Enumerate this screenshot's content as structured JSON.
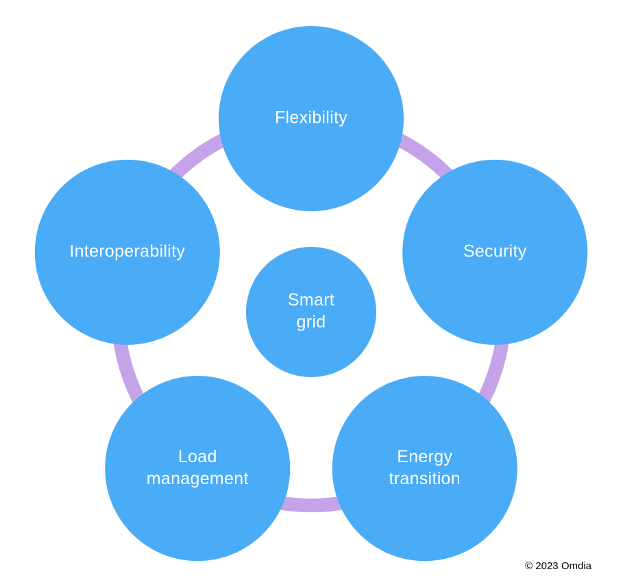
{
  "center": {
    "lines": [
      "Smart",
      "grid"
    ]
  },
  "nodes": [
    {
      "id": "flexibility",
      "lines": [
        "Flexibility"
      ]
    },
    {
      "id": "security",
      "lines": [
        "Security"
      ]
    },
    {
      "id": "energy-transition",
      "lines": [
        "Energy",
        "transition"
      ]
    },
    {
      "id": "load-management",
      "lines": [
        "Load",
        "management"
      ]
    },
    {
      "id": "interoperability",
      "lines": [
        "Interoperability"
      ]
    }
  ],
  "colors": {
    "circle": "#4AABF6",
    "ring": "#C5A3E8",
    "text": "#FFFFFF"
  },
  "copyright": "© 2023 Omdia"
}
